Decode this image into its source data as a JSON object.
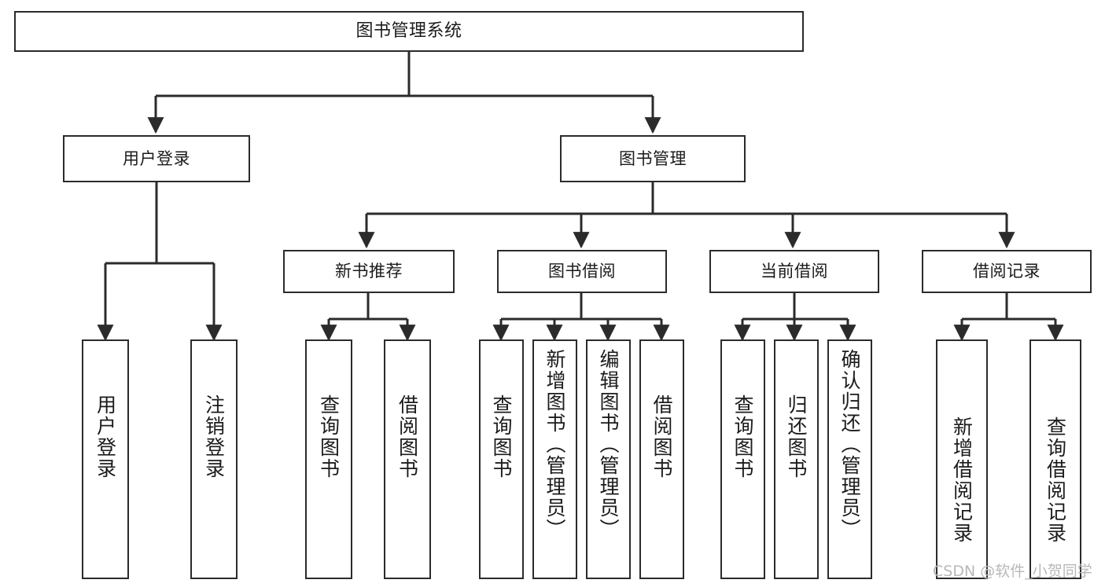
{
  "diagram": {
    "title": "图书管理系统",
    "type": "tree-hierarchy-chart",
    "root": {
      "label": "图书管理系统"
    },
    "level2": [
      {
        "label": "用户登录"
      },
      {
        "label": "图书管理"
      }
    ],
    "level3": [
      {
        "label": "新书推荐"
      },
      {
        "label": "图书借阅"
      },
      {
        "label": "当前借阅"
      },
      {
        "label": "借阅记录"
      }
    ],
    "leaves": {
      "user_login": [
        {
          "label": "用户登录"
        },
        {
          "label": "注销登录"
        }
      ],
      "new_book_recommend": [
        {
          "label": "查询图书"
        },
        {
          "label": "借阅图书"
        }
      ],
      "book_borrow": [
        {
          "label": "查询图书"
        },
        {
          "label": "新增图书（管理员）"
        },
        {
          "label": "编辑图书（管理员）"
        },
        {
          "label": "借阅图书"
        }
      ],
      "current_borrow": [
        {
          "label": "查询图书"
        },
        {
          "label": "归还图书"
        },
        {
          "label": "确认归还（管理员）"
        }
      ],
      "borrow_record": [
        {
          "label": "新增借阅记录"
        },
        {
          "label": "查询借阅记录"
        }
      ]
    }
  },
  "watermark": {
    "text": "CSDN @软件_小贺同学"
  },
  "colors": {
    "stroke": "#2b2b2b",
    "background": "#ffffff",
    "text": "#1b1b1b",
    "watermark": "#b8b8b8"
  }
}
